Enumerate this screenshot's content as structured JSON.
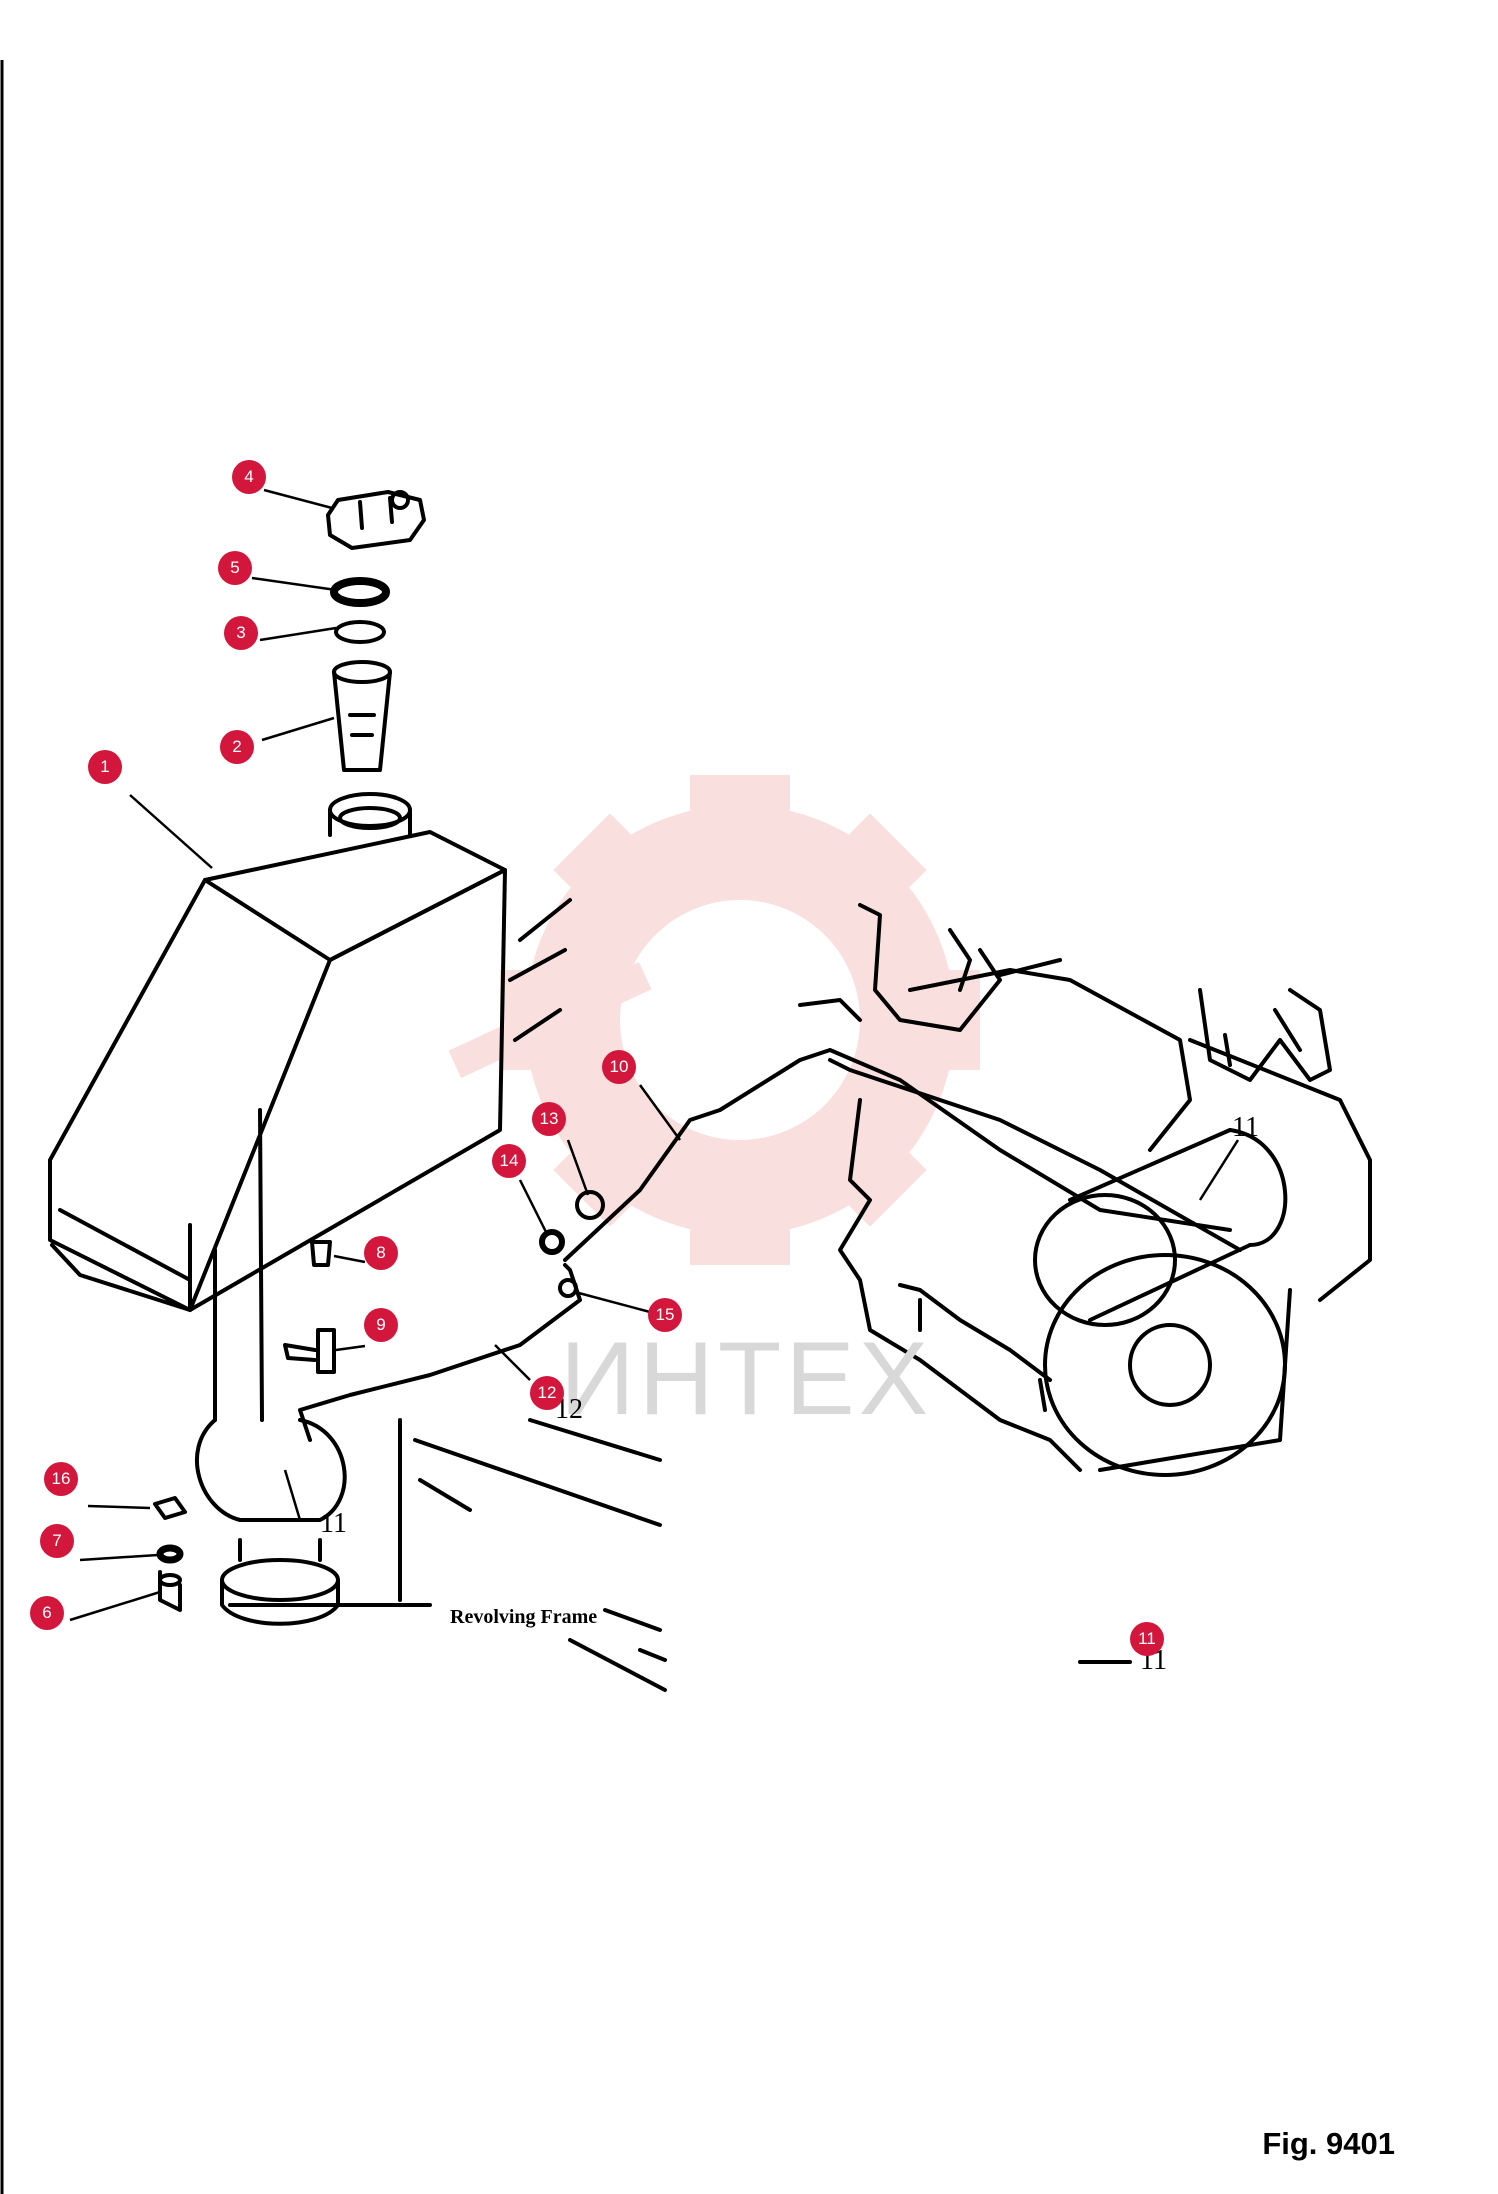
{
  "figure": {
    "label": "Fig. 9401",
    "frame_caption": "Revolving Frame",
    "watermark_text": "ИНТЕХ",
    "accent_color": "#d3163c",
    "watermark_color": "#f5c9c9",
    "printed_numbers": [
      "12",
      "11",
      "11",
      "11"
    ]
  },
  "callouts": [
    {
      "id": "callout-1",
      "label": "1"
    },
    {
      "id": "callout-2",
      "label": "2"
    },
    {
      "id": "callout-3",
      "label": "3"
    },
    {
      "id": "callout-4",
      "label": "4"
    },
    {
      "id": "callout-5",
      "label": "5"
    },
    {
      "id": "callout-6",
      "label": "6"
    },
    {
      "id": "callout-7",
      "label": "7"
    },
    {
      "id": "callout-8",
      "label": "8"
    },
    {
      "id": "callout-9",
      "label": "9"
    },
    {
      "id": "callout-10",
      "label": "10"
    },
    {
      "id": "callout-11a",
      "label": "11"
    },
    {
      "id": "callout-12",
      "label": "12"
    },
    {
      "id": "callout-13",
      "label": "13"
    },
    {
      "id": "callout-14",
      "label": "14"
    },
    {
      "id": "callout-15",
      "label": "15"
    },
    {
      "id": "callout-16",
      "label": "16"
    }
  ]
}
